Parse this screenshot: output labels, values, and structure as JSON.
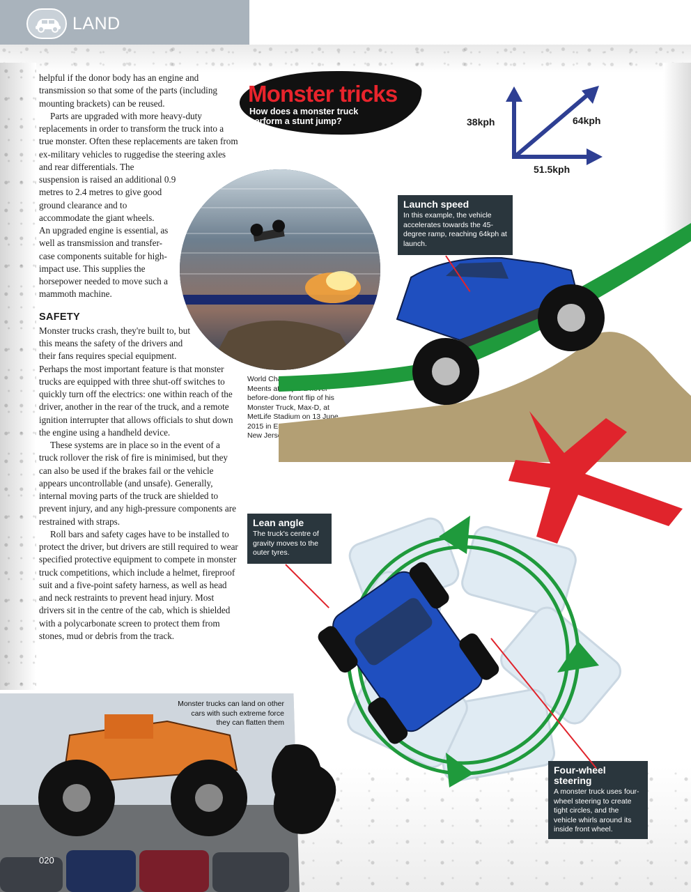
{
  "header": {
    "section_label": "LAND",
    "icon": "car-icon",
    "tab_color": "#a9b3bc"
  },
  "body": {
    "intro": "helpful if the donor body has an engine and transmission so that some of the parts (including mounting brackets) can be reused.",
    "p1_a": "Parts are upgraded with more heavy-duty replacements in order to transform the truck into a true monster. Often these replacements are taken from ex-military vehicles to ruggedise the steering axles and rear differentials. The",
    "p1_b": "suspension is raised an additional 0.9 metres to 2.4 metres to give good ground clearance and to accommodate the giant wheels.",
    "p1_c": "An upgraded engine is essential, as well as transmission and transfer-case components suitable for high-impact use. This supplies the horsepower needed to move such a mammoth machine.",
    "safety_heading": "SAFETY",
    "s1_a": "Monster trucks crash, they're built to, but this means the safety of the drivers and their fans requires special equipment.",
    "s1_b": "Perhaps the most important feature is that monster trucks are equipped with three shut-off switches to quickly turn off the electrics: one within reach of the driver, another in the rear of the truck, and a remote ignition interrupter that allows officials to shut down the engine using a handheld device.",
    "s2": "These systems are in place so in the event of a truck rollover the risk of fire is minimised, but they can also be used if the brakes fail or the vehicle appears uncontrollable (and unsafe). Generally, internal moving parts of the truck are shielded to prevent injury, and any high-pressure components are restrained with straps.",
    "s3": "Roll bars and safety cages have to be installed to protect the driver, but drivers are still required to wear specified protective equipment to compete in monster truck competitions, which include a helmet, fireproof suit and a five-point safety harness, as well as head and neck restraints to prevent head injury. Most drivers sit in the centre of the cab, which is shielded with a polycarbonate screen to protect them from stones, mud or debris from the track."
  },
  "feature": {
    "title": "Monster tricks",
    "subtitle": "How does a monster truck perform a stunt jump?",
    "title_color": "#e8242c"
  },
  "speed_diagram": {
    "vertical_label": "38kph",
    "diagonal_label": "64kph",
    "horizontal_label": "51.5kph",
    "arrow_color": "#2e3f93"
  },
  "stadium_photo": {
    "caption": "World Champion Tom Meents attempts a never-before-done front flip of his Monster Truck, Max-D, at MetLife Stadium on 13 June 2015 in East Rutherford, New Jersey"
  },
  "callouts": {
    "launch": {
      "title": "Launch speed",
      "body": "In this example, the vehicle accelerates towards the 45-degree ramp, reaching 64kph at launch."
    },
    "lean": {
      "title": "Lean angle",
      "body": "The truck's centre of gravity moves to the outer tyres."
    },
    "steering": {
      "title": "Four-wheel steering",
      "body": "A monster truck uses four-wheel steering to create tight circles, and the vehicle whirls around its inside front wheel."
    }
  },
  "bottom_photo": {
    "caption": "Monster trucks can land on other cars with such extreme force they can flatten them"
  },
  "page_number": "020",
  "colors": {
    "callout_bg": "#2a363d",
    "accent_red": "#e0242c",
    "path_green": "#1f9a3c",
    "truck_blue": "#1f4fbf"
  }
}
